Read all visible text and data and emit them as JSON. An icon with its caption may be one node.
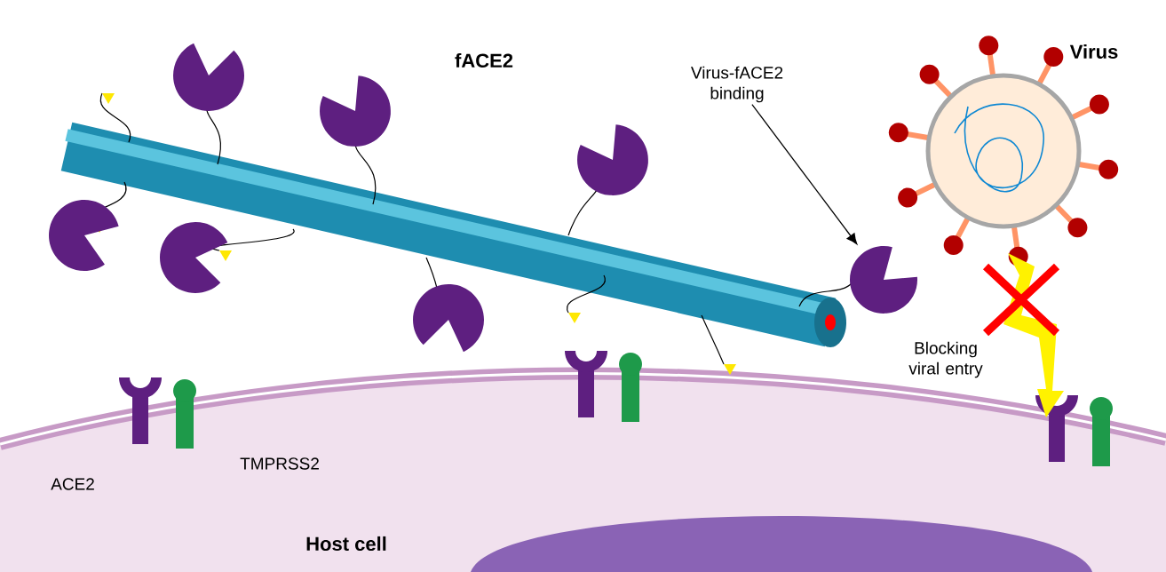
{
  "diagram": {
    "nodes": [
      {
        "text": [
          "Virus-fACE2 binding"
        ]
      },
      {
        "text": [],
        "shape": "picture"
      }
    ],
    "edges": [
      {
        "from": 0,
        "to": 1,
        "arrow": "to"
      }
    ],
    "labels": [
      "fACE2",
      "Virus",
      "Blocking viral entry",
      "ACE2",
      "TMPRSS2",
      "Host cell"
    ]
  }
}
